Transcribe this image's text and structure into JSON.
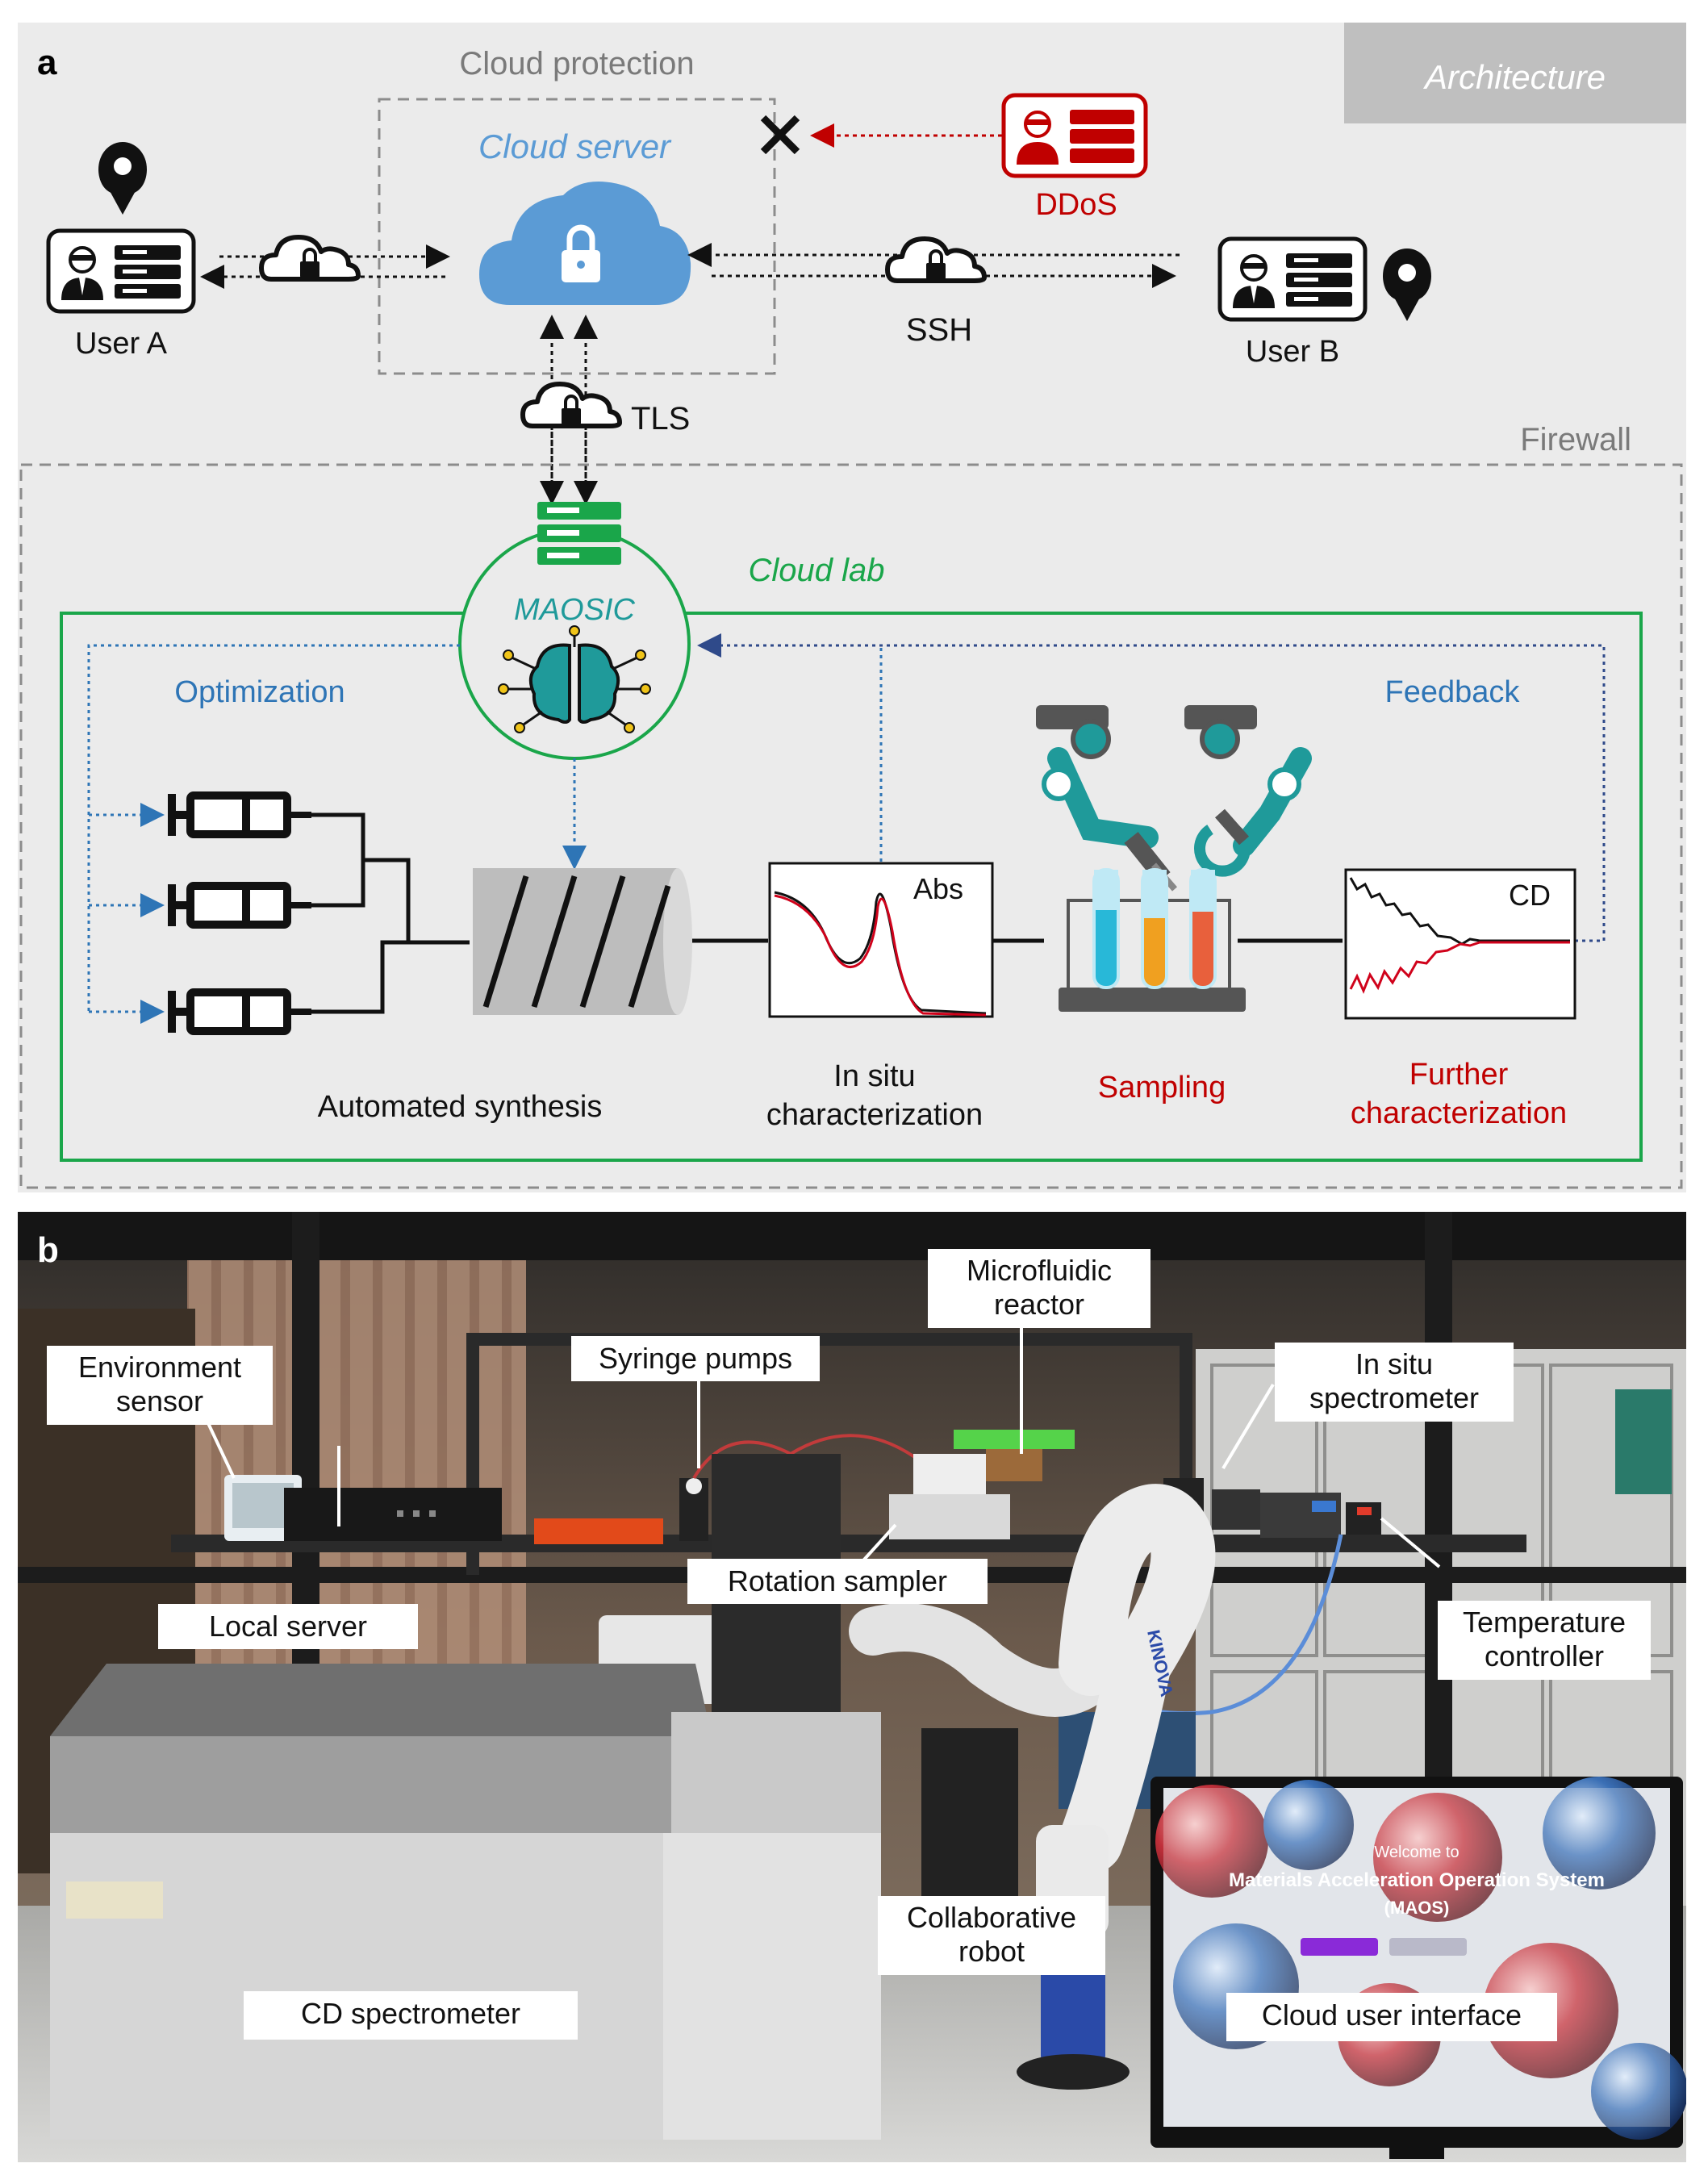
{
  "panel_a": {
    "letter": "a",
    "architecture": "Architecture",
    "cloud_protection": "Cloud protection",
    "cloud_server": "Cloud server",
    "ddos": "DDoS",
    "user_a": "User A",
    "user_b": "User B",
    "ssh": "SSH",
    "tls": "TLS",
    "firewall": "Firewall",
    "cloud_lab": "Cloud lab",
    "maosic": "MAOSIC",
    "optimization": "Optimization",
    "feedback": "Feedback",
    "automated_synthesis": "Automated synthesis",
    "in_situ_line1": "In situ",
    "in_situ_line2": "characterization",
    "sampling": "Sampling",
    "further_line1": "Further",
    "further_line2": "characterization",
    "abs": "Abs",
    "cd": "CD",
    "colors": {
      "cloud_blue": "#5b9bd5",
      "green": "#1aa64a",
      "ddos_red": "#c00000",
      "dotted_blue": "#2e75b6",
      "dark_blue": "#2f4a8a",
      "teal_arm": "#1f9a9a"
    }
  },
  "panel_b": {
    "letter": "b",
    "labels": {
      "environment_sensor_1": "Environment",
      "environment_sensor_2": "sensor",
      "syringe_pumps": "Syringe pumps",
      "microfluidic_1": "Microfluidic",
      "microfluidic_2": "reactor",
      "in_situ_spec_1": "In situ",
      "in_situ_spec_2": "spectrometer",
      "rotation_sampler": "Rotation sampler",
      "local_server": "Local server",
      "temp_controller_1": "Temperature",
      "temp_controller_2": "controller",
      "collaborative_1": "Collaborative",
      "collaborative_2": "robot",
      "cd_spectrometer": "CD spectrometer",
      "cloud_ui": "Cloud user interface"
    },
    "screen_text": {
      "welcome": "Welcome to",
      "title": "Materials Acceleration Operation System",
      "abbr": "(MAOS)"
    },
    "robot_brand": "KINOVA"
  }
}
